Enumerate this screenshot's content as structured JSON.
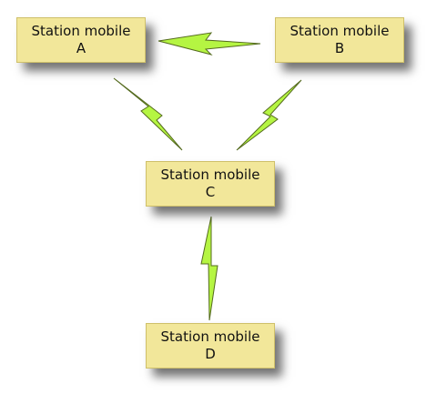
{
  "stations": [
    {
      "id": "a",
      "line1": "Station mobile",
      "line2": "A"
    },
    {
      "id": "b",
      "line1": "Station mobile",
      "line2": "B"
    },
    {
      "id": "c",
      "line1": "Station mobile",
      "line2": "C"
    },
    {
      "id": "d",
      "line1": "Station mobile",
      "line2": "D"
    }
  ],
  "links": [
    {
      "from": "A",
      "to": "B",
      "icon": "lightning-link-icon"
    },
    {
      "from": "A",
      "to": "C",
      "icon": "lightning-link-icon"
    },
    {
      "from": "B",
      "to": "C",
      "icon": "lightning-link-icon"
    },
    {
      "from": "C",
      "to": "D",
      "icon": "lightning-link-icon"
    }
  ],
  "colors": {
    "box_fill": "#f2e79a",
    "box_border": "#cfc06a",
    "bolt_fill": "#b5f542",
    "bolt_stroke": "#556b1f"
  }
}
